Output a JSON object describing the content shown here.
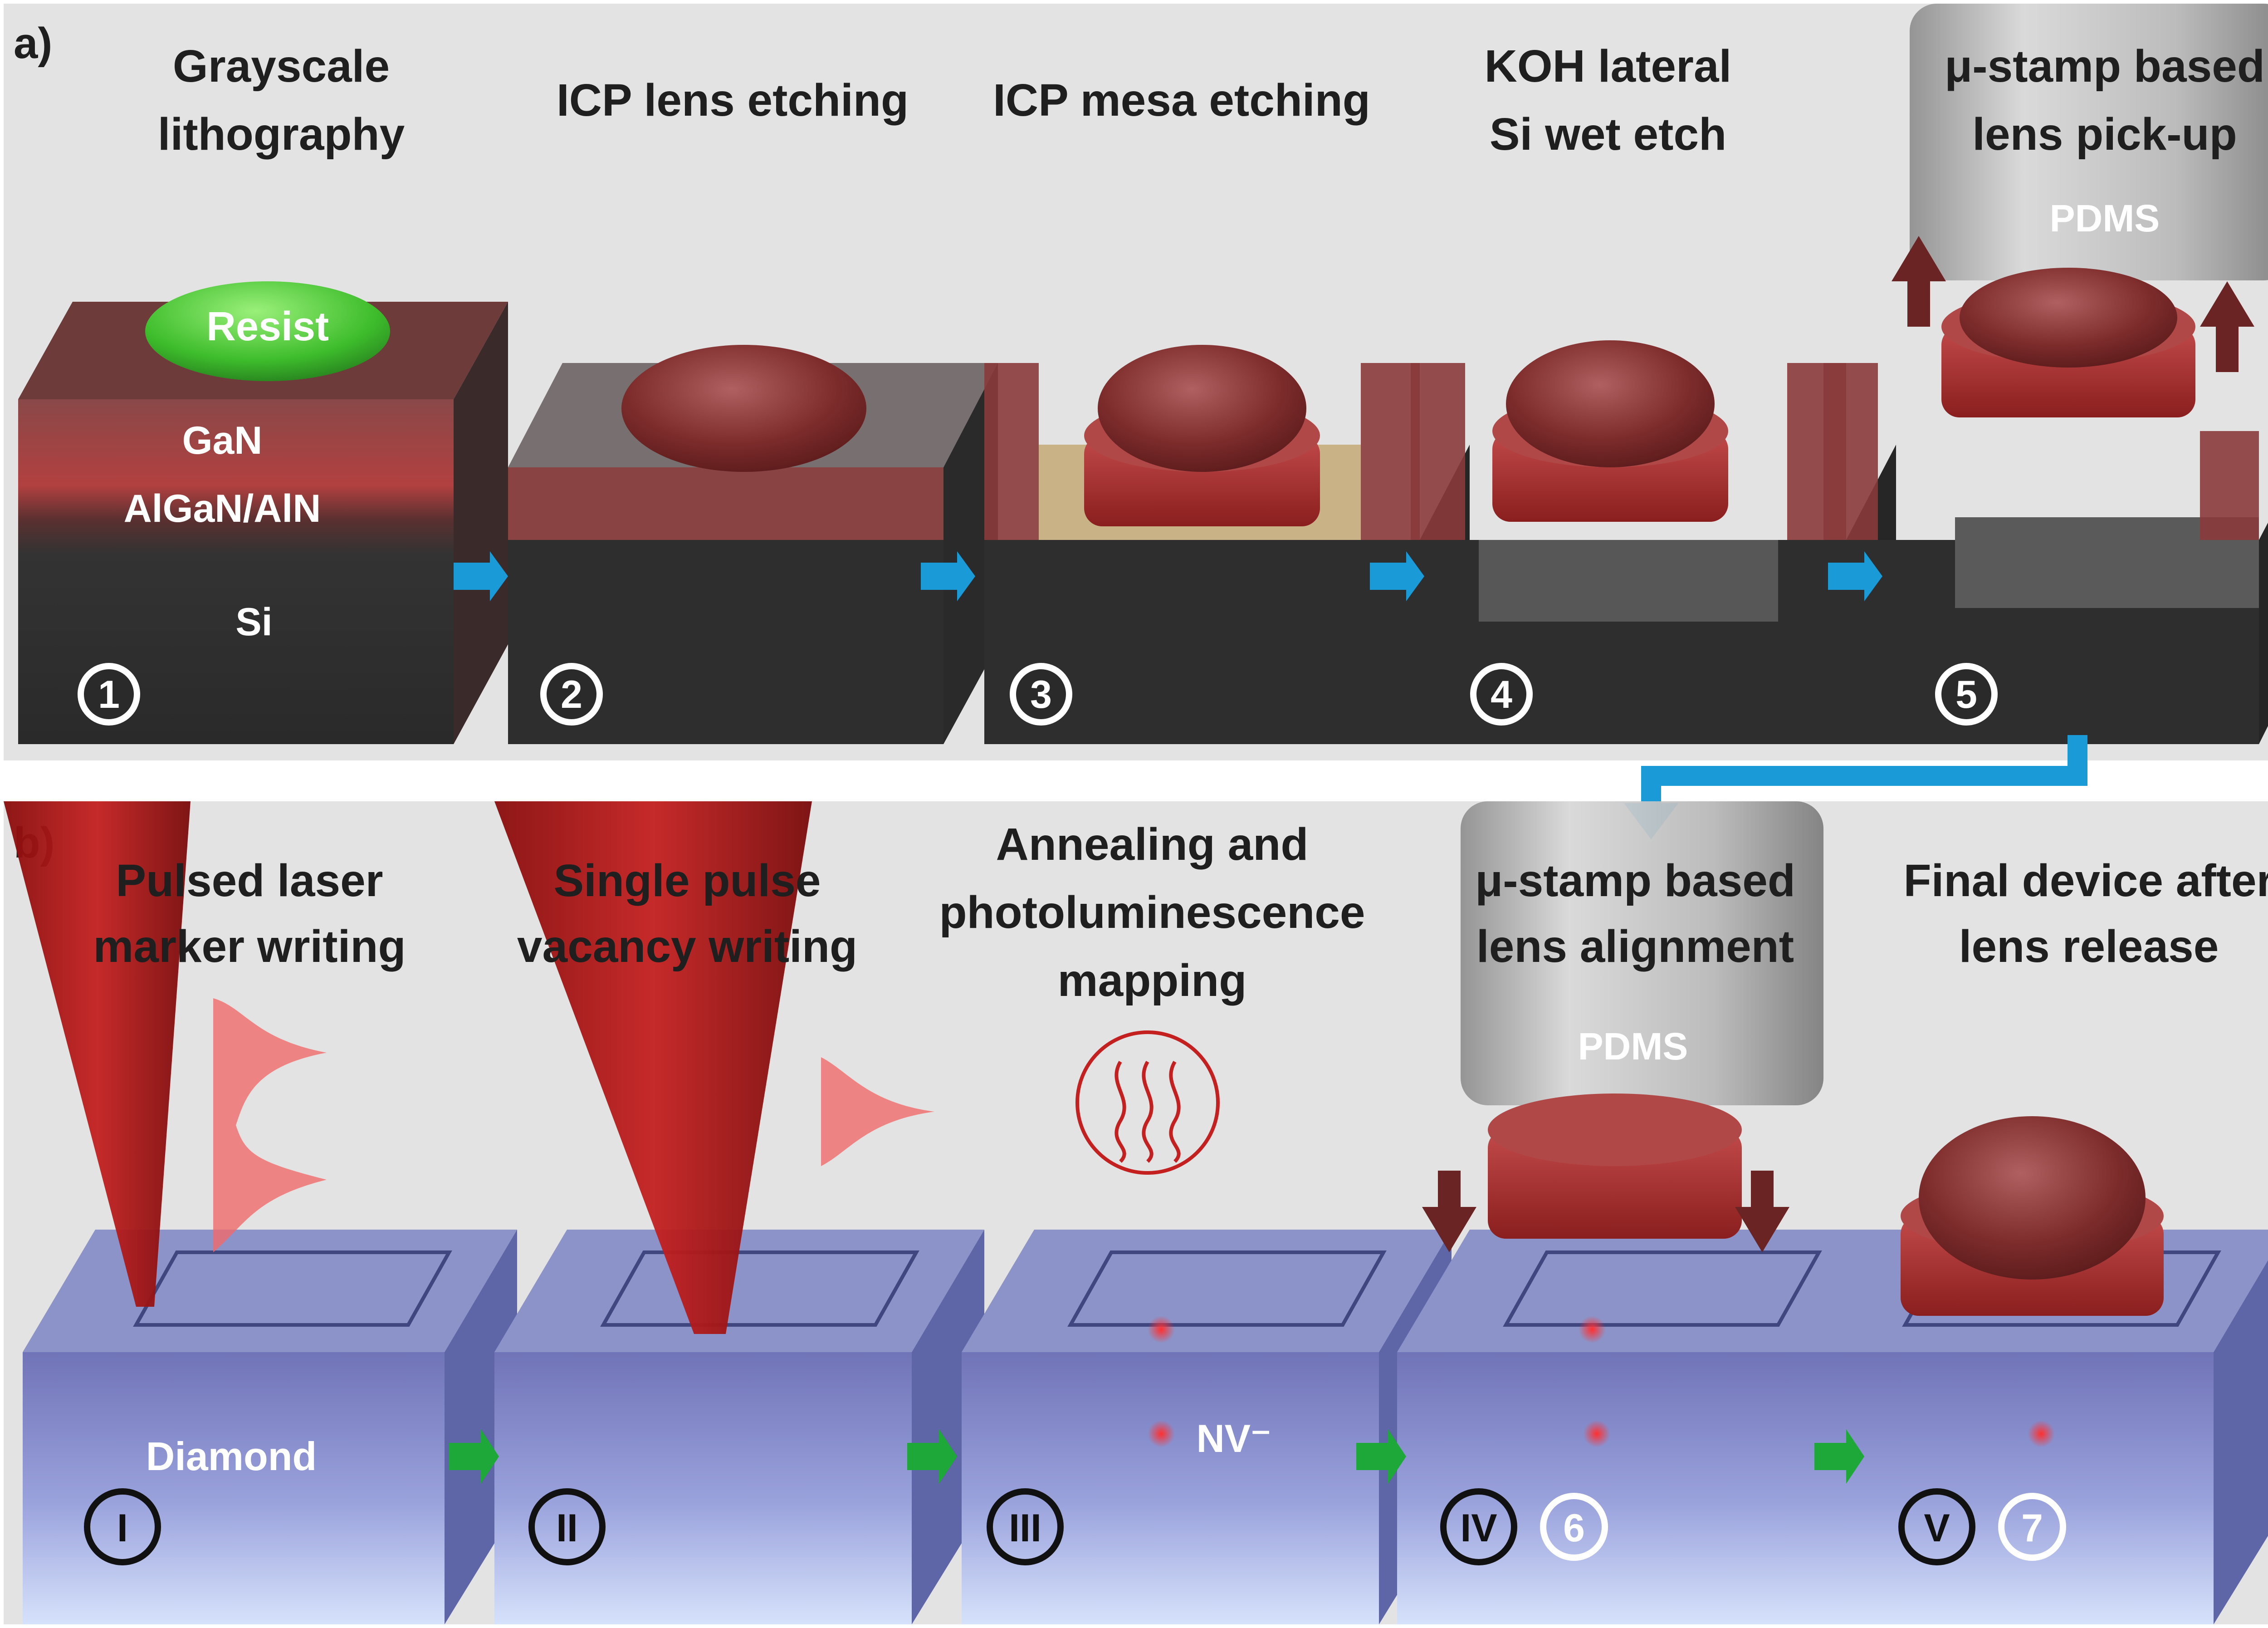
{
  "panel_a": {
    "label": "a)",
    "steps": [
      {
        "title_lines": [
          "Grayscale",
          "lithography"
        ],
        "number": "1"
      },
      {
        "title_lines": [
          "ICP lens etching"
        ],
        "number": "2"
      },
      {
        "title_lines": [
          "ICP mesa etching"
        ],
        "number": "3"
      },
      {
        "title_lines": [
          "KOH lateral",
          "Si wet etch"
        ],
        "number": "4"
      },
      {
        "title_lines": [
          "μ-stamp based",
          "lens pick-up"
        ],
        "number": "5"
      }
    ],
    "layer_labels": {
      "resist": "Resist",
      "gan": "GaN",
      "algan": "AlGaN/AlN",
      "si": "Si"
    },
    "stamp_label": "PDMS"
  },
  "panel_b": {
    "label": "b)",
    "steps": [
      {
        "title_lines": [
          "Pulsed laser",
          "marker writing"
        ],
        "number": "I"
      },
      {
        "title_lines": [
          "Single pulse",
          "vacancy writing"
        ],
        "number": "II"
      },
      {
        "title_lines": [
          "Annealing and",
          "photoluminescence",
          "mapping"
        ],
        "number": "III"
      },
      {
        "title_lines": [
          "μ-stamp based",
          "lens alignment"
        ],
        "number": "IV",
        "extra_number": "6"
      },
      {
        "title_lines": [
          "Final device after",
          "lens release"
        ],
        "number": "V",
        "extra_number": "7"
      }
    ],
    "material_label": "Diamond",
    "defect_label": "NV⁻",
    "stamp_label": "PDMS"
  },
  "colors": {
    "panel_bg": "#e3e3e3",
    "si": "#2f2f2f",
    "gan": "#7a3a3a",
    "resist": "#3fbf2f",
    "lens": "#8b2a2a",
    "diamond": "#6a72b8",
    "laser": "#b81818",
    "arrow_a": "#1a9ad6",
    "arrow_b": "#1fa83a",
    "stamp_arrow": "#6a2424"
  }
}
